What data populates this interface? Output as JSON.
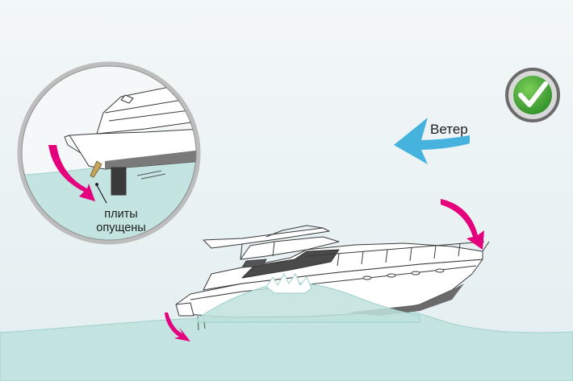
{
  "diagram": {
    "wind_label": "Ветер",
    "inset_label_line1": "плиты",
    "inset_label_line2": "опущены",
    "status_icon": "checkmark-icon",
    "colors": {
      "sky": "#eef4f5",
      "water": "#bfe2de",
      "water_edge": "#9ccfc9",
      "magenta_arrow": "#e5007e",
      "wind_arrow": "#45b3de",
      "check_ring": "#6b6b6b",
      "check_fill": "#3ea23a"
    }
  }
}
